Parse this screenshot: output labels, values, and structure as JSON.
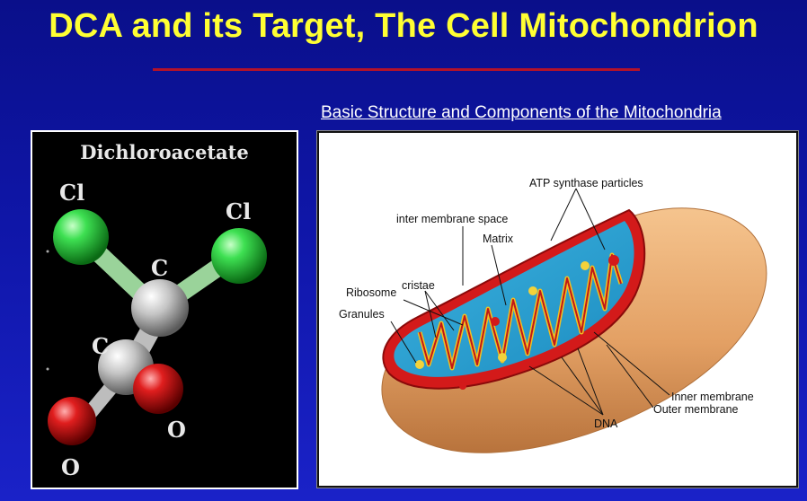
{
  "slide": {
    "title": "DCA and its Target, The Cell Mitochondrion",
    "subtitle": "Basic Structure and Components of the Mitochondria"
  },
  "molecule": {
    "heading": "Dichloroacetate",
    "atoms": {
      "cl_left": "Cl",
      "cl_right": "Cl",
      "c_upper": "C",
      "c_lower": "C",
      "o_right": "O",
      "o_left": "O"
    },
    "colors": {
      "chlorine": "#22c33a",
      "carbon": "#c8c8c8",
      "oxygen": "#d01818"
    }
  },
  "mitochondria": {
    "labels": {
      "atp": "ATP synthase particles",
      "inter": "inter membrane space",
      "matrix": "Matrix",
      "ribosome": "Ribosome",
      "cristae": "cristae",
      "granules": "Granules",
      "inner": "Inner membrane",
      "outer": "Outer membrane",
      "dna": "DNA"
    }
  }
}
